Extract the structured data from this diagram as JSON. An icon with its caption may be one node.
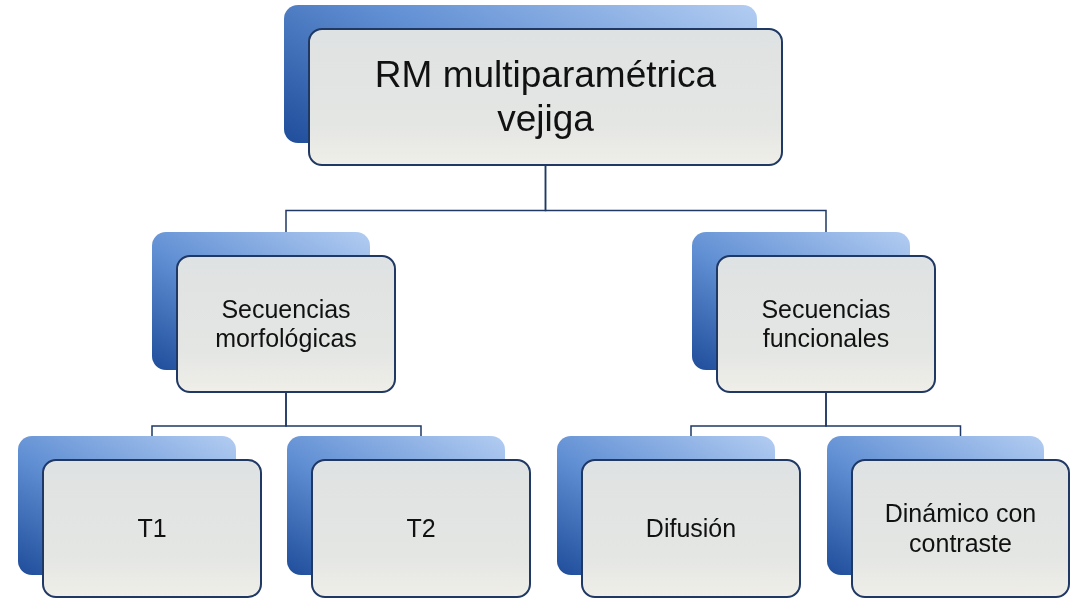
{
  "diagram": {
    "nodes": [
      {
        "text": [
          "RM multiparamétrica vejiga"
        ]
      },
      {
        "text": [
          "Secuencias morfológicas"
        ]
      },
      {
        "text": [
          "Secuencias funcionales"
        ]
      },
      {
        "text": [
          "T1"
        ]
      },
      {
        "text": [
          "T2"
        ]
      },
      {
        "text": [
          "Difusión"
        ]
      },
      {
        "text": [
          "Dinámico con contraste"
        ]
      }
    ],
    "edges": [
      {
        "from": 0,
        "to": 1,
        "arrow": "none"
      },
      {
        "from": 0,
        "to": 2,
        "arrow": "none"
      },
      {
        "from": 1,
        "to": 3,
        "arrow": "none"
      },
      {
        "from": 1,
        "to": 4,
        "arrow": "none"
      },
      {
        "from": 2,
        "to": 5,
        "arrow": "none"
      },
      {
        "from": 2,
        "to": 6,
        "arrow": "none"
      }
    ]
  }
}
